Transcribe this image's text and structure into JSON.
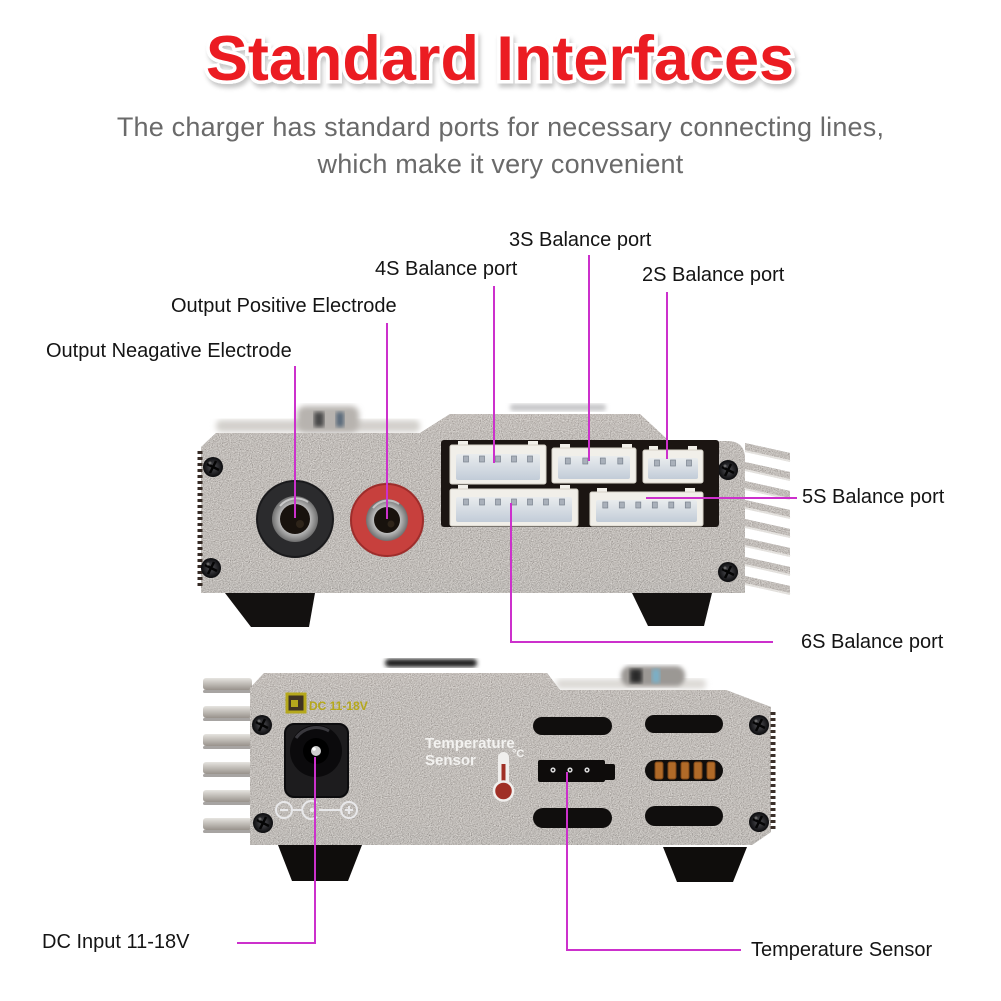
{
  "header": {
    "title": "Standard Interfaces",
    "title_color": "#eb1b22",
    "subtitle_line1": "The charger has standard ports for necessary connecting lines,",
    "subtitle_line2": "which make it very convenient",
    "subtitle_color": "#6a6a6a"
  },
  "annotations": {
    "leader_color": "#cc30cc",
    "balance_3s": "3S Balance port",
    "balance_4s": "4S Balance port",
    "balance_2s": "2S Balance port",
    "output_positive": "Output Positive Electrode",
    "output_negative": "Output Neagative Electrode",
    "balance_5s": "5S Balance port",
    "balance_6s": "6S Balance port",
    "dc_input": "DC Input 11-18V",
    "temperature_sensor": "Temperature Sensor"
  },
  "front_panel": {
    "body_color": "#4c3d36",
    "ports_top": [
      {
        "name": "4S",
        "pins": 5
      },
      {
        "name": "3S",
        "pins": 4
      },
      {
        "name": "2S",
        "pins": 3
      }
    ],
    "ports_bottom": [
      {
        "name": "6S",
        "pins": 7
      },
      {
        "name": "5S",
        "pins": 6
      }
    ],
    "negative_jack_color": "#2b2b2d",
    "positive_jack_color": "#c7403d"
  },
  "back_panel": {
    "body_color": "#4c3d36",
    "dc_label": "DC 11-18V",
    "dc_label_color": "#b5a81c",
    "temp_label_line1": "Temperature",
    "temp_label_line2": "Sensor",
    "temp_unit": "°C",
    "polarity_minus": "−",
    "polarity_plus": "+"
  }
}
